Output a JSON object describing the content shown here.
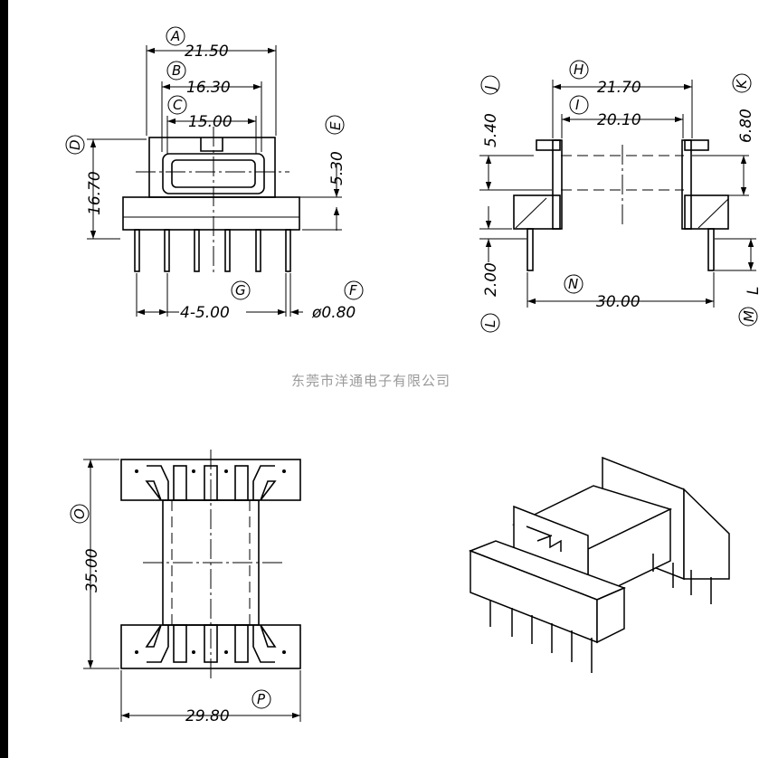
{
  "dimensions": {
    "A": "21.50",
    "B": "16.30",
    "C": "15.00",
    "D": "16.70",
    "E": "5.30",
    "G": "4-5.00",
    "F": "ø0.80",
    "H": "21.70",
    "I": "20.10",
    "J": "5.40",
    "K": "6.80",
    "L": "2.00",
    "M": "L",
    "N": "30.00",
    "O": "35.00",
    "P": "29.80"
  },
  "markers": [
    "A",
    "B",
    "C",
    "D",
    "E",
    "F",
    "G",
    "H",
    "I",
    "J",
    "K",
    "L",
    "M",
    "N",
    "O",
    "P"
  ],
  "watermark": "东莞市洋通电子有限公司"
}
